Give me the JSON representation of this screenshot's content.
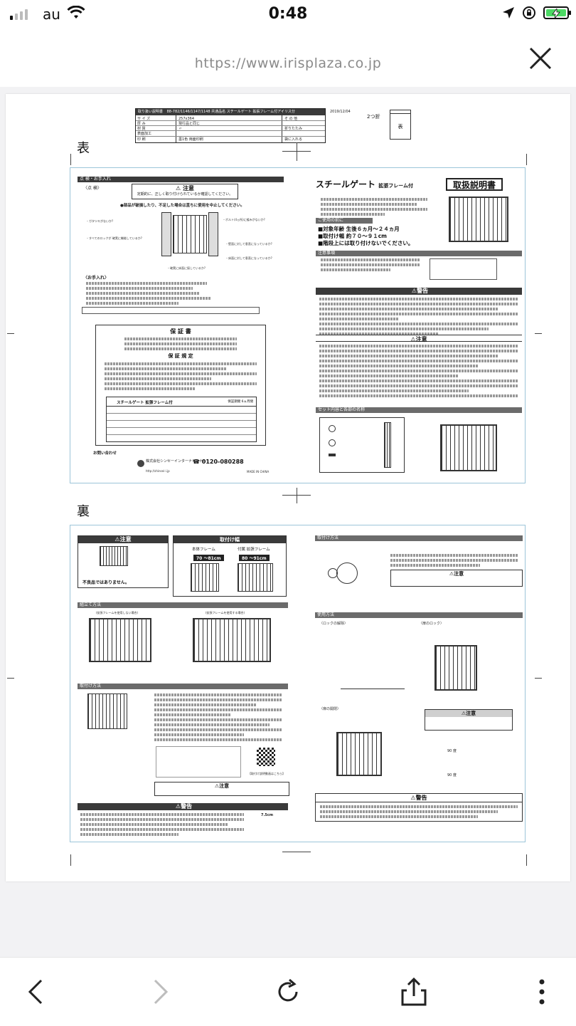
{
  "status_bar": {
    "carrier": "au",
    "time": "0:48"
  },
  "browser": {
    "url": "https://www.irisplaza.co.jp"
  },
  "document": {
    "header_table": {
      "row1_label": "取り扱い説明書",
      "row1_value": "88-782/1146/1147/1148 共通品名 スチールゲート 拡張フレーム付アイリス分",
      "size_label": "サ イ ズ",
      "size_value": "257x364",
      "thickness_label": "厚 み",
      "thickness_value": "現行品と同じ",
      "material_label": "材 質",
      "material_value": "〃",
      "surface_label": "表面加工",
      "print_label": "印 刷",
      "print_value": "墨1色 両面印刷",
      "other_label": "そ の 他",
      "fold_label": "折りたたみ",
      "bag_label": "袋に入れる",
      "date": "2019/12/04",
      "fold_type": "2つ折",
      "front_tag": "表"
    },
    "front_side": {
      "side_label": "表",
      "check_header": "点 検・お手入れ",
      "check_title": "〈点 検〉",
      "caution_title": "注意",
      "caution_text": "定期的に、正しく取り付けられているか確認してください。",
      "broken_note": "●部品が破損したり、不足した場合は直ちに使用を中止してください。",
      "q1": "・ガタツキがないか?",
      "q2": "・すべてのロックが 確実に機能しているか?",
      "q3": "・ボルト(4ヵ所)に緩みがないか?",
      "q4": "・壁面に対して垂直になっているか?",
      "q5": "・床面に対して垂直になっているか?",
      "q6": "・確実に床面に接しているか?",
      "care_title": "〈お手入れ〉",
      "product_title": "スチールゲート",
      "product_subtitle": "拡張フレーム付",
      "manual_title": "取扱説明書",
      "before_use": "ご使用の前に",
      "target_age": "■対象年齢 生後６ヵ月〜２４ヵ月",
      "mount_width": "■取付け幅 約７０〜９１cm",
      "stairs": "■階段上には取り付けないでください。",
      "notes_header": "注意事項",
      "warning_title": "警告",
      "caution2_title": "注意",
      "set_header": "セット内容と各部の名称",
      "warranty_title": "保 証 書",
      "warranty_rules": "保 証 規 定",
      "warranty_product": "スチールゲート 拡張フレーム付",
      "warranty_period": "保証期間 6ヵ月間",
      "contact_label": "お問い合わせ",
      "company": "株式会社シンセーインターナショナル",
      "company_url": "http://shinsei-i.jp",
      "phone": "0120-080288",
      "made_in": "MADE IN CHINA"
    },
    "back_side": {
      "side_label": "裏",
      "caution_title": "注意",
      "mount_width_header": "取付け幅",
      "body_frame": "本体フレーム",
      "body_range": "70 〜81cm",
      "ext_frame": "付属 拡張フレーム",
      "ext_range": "80 〜91cm",
      "not_defect": "不良品ではありません。",
      "assembly_header": "組立て方法",
      "assembly_a": "(拡張フレームを使用しない場合)",
      "assembly_b": "(拡張フレームを使用する場合)",
      "install_header": "取付け方法",
      "install_header2": "取付け方法",
      "usage_header": "使用方法",
      "lock_release": "〈ロックの解除〉",
      "lock_lock": "〈扉のロック〉",
      "door_open": "〈扉の開閉〉",
      "warning_title": "警告",
      "warning2_title": "警告",
      "caution_title2": "注意",
      "caution_title3": "注意",
      "caution_title4": "注意",
      "angle_90a": "90 度",
      "angle_90b": "90 度",
      "measure": "7.5cm",
      "qr_caption": "【取付け説明動画はこちら】"
    }
  }
}
